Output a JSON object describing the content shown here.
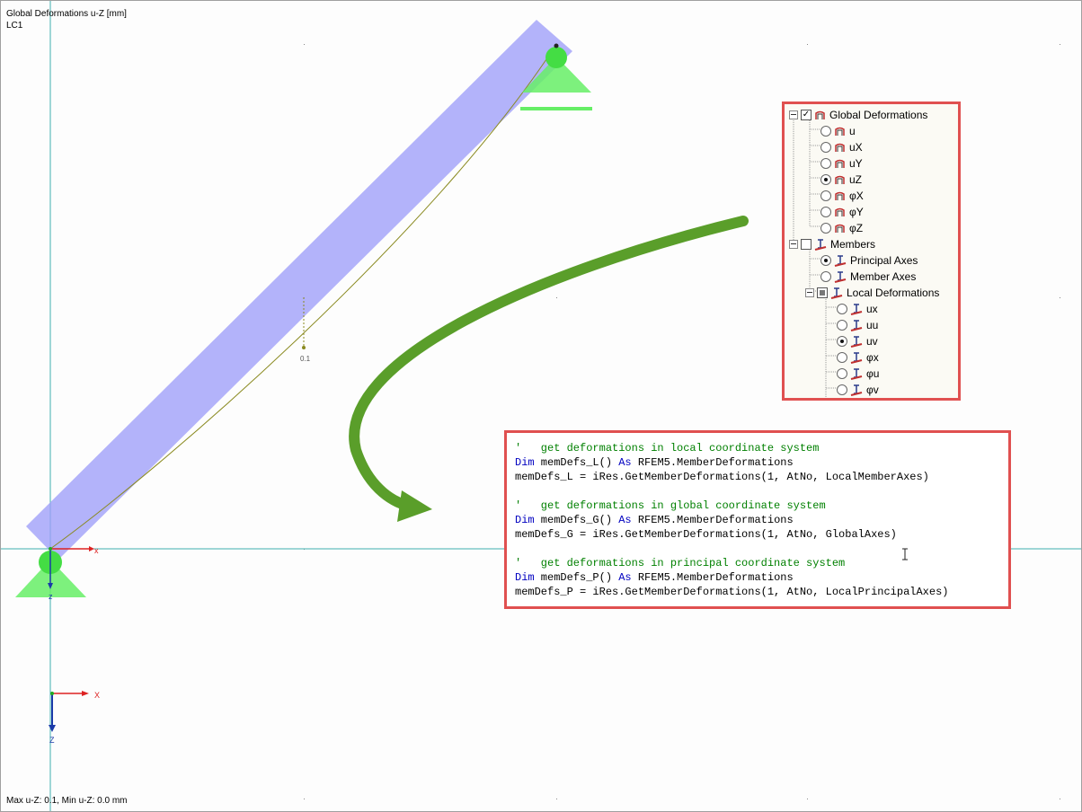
{
  "viewport": {
    "title": "Global Deformations u-Z [mm]",
    "load_case": "LC1",
    "status": "Max u-Z: 0.1, Min u-Z: 0.0 mm",
    "value_label": "0.1"
  },
  "axes": {
    "origin_x": "x",
    "origin_z": "z",
    "mini_x": "X",
    "mini_z": "Z"
  },
  "navigator": {
    "global_deformations": {
      "label": "Global Deformations",
      "checked": true,
      "options": [
        {
          "label": "u",
          "selected": false
        },
        {
          "label": "uX",
          "selected": false
        },
        {
          "label": "uY",
          "selected": false
        },
        {
          "label": "uZ",
          "selected": true
        },
        {
          "label": "φX",
          "selected": false
        },
        {
          "label": "φY",
          "selected": false
        },
        {
          "label": "φZ",
          "selected": false
        }
      ]
    },
    "members": {
      "label": "Members",
      "options": [
        {
          "label": "Principal Axes",
          "selected": true
        },
        {
          "label": "Member Axes",
          "selected": false
        }
      ],
      "local_deformations": {
        "label": "Local Deformations",
        "options": [
          {
            "label": "ux",
            "selected": false
          },
          {
            "label": "uu",
            "selected": false
          },
          {
            "label": "uv",
            "selected": true
          },
          {
            "label": "φx",
            "selected": false
          },
          {
            "label": "φu",
            "selected": false
          },
          {
            "label": "φv",
            "selected": false
          }
        ]
      }
    }
  },
  "code": {
    "lines": [
      {
        "comment": "'   get deformations in local coordinate system"
      },
      {
        "kw": "Dim",
        "text": " memDefs_L() ",
        "kw2": "As",
        "text2": " RFEM5.MemberDeformations"
      },
      {
        "text": "memDefs_L = iRes.GetMemberDeformations(1, AtNo, LocalMemberAxes)"
      },
      {
        "text": ""
      },
      {
        "comment": "'   get deformations in global coordinate system"
      },
      {
        "kw": "Dim",
        "text": " memDefs_G() ",
        "kw2": "As",
        "text2": " RFEM5.MemberDeformations"
      },
      {
        "text": "memDefs_G = iRes.GetMemberDeformations(1, AtNo, GlobalAxes)"
      },
      {
        "text": ""
      },
      {
        "comment": "'   get deformations in principal coordinate system"
      },
      {
        "kw": "Dim",
        "text": " memDefs_P() ",
        "kw2": "As",
        "text2": " RFEM5.MemberDeformations"
      },
      {
        "text": "memDefs_P = iRes.GetMemberDeformations(1, AtNo, LocalPrincipalAxes)"
      }
    ]
  },
  "colors": {
    "member_fill": "#9d9df8",
    "support": "#66ee66",
    "deformed_line": "#8a8a20",
    "axis_cyan": "#40b0b0",
    "highlight_border": "#e05050",
    "arrow_green": "#5a9e2a",
    "comment_green": "#008000",
    "keyword_blue": "#0000c0"
  },
  "icons": {
    "deformation": "deformation-frame-icon",
    "member": "member-axes-icon",
    "cursor": "text-cursor-icon"
  }
}
